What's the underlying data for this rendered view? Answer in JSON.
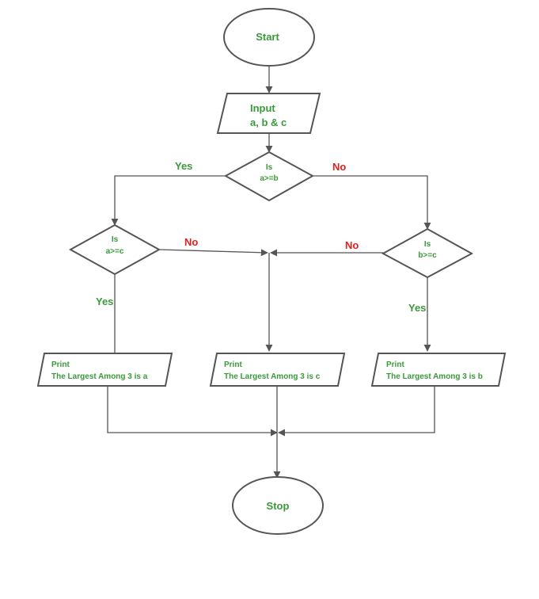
{
  "nodes": {
    "start": "Start",
    "input_line1": "Input",
    "input_line2": "a, b & c",
    "cond1_line1": "Is",
    "cond1_line2": "a>=b",
    "cond2_line1": "Is",
    "cond2_line2": "a>=c",
    "cond3_line1": "Is",
    "cond3_line2": "b>=c",
    "print_a_line1": "Print",
    "print_a_line2": "The Largest Among 3 is a",
    "print_c_line1": "Print",
    "print_c_line2": "The Largest Among 3 is c",
    "print_b_line1": "Print",
    "print_b_line2": "The Largest Among 3 is b",
    "stop": "Stop"
  },
  "edges": {
    "yes_1": "Yes",
    "no_1": "No",
    "no_2": "No",
    "no_3": "No",
    "yes_2": "Yes",
    "yes_3": "Yes"
  },
  "colors": {
    "node_text": "#3a9a3a",
    "no_label": "#e02020",
    "stroke": "#555555"
  }
}
